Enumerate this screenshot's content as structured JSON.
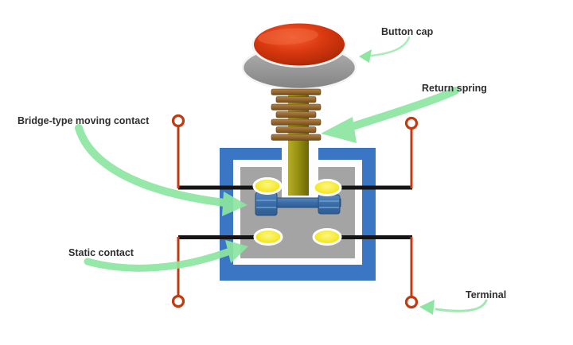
{
  "diagram": {
    "labels": {
      "button_cap": "Button cap",
      "return_spring": "Return spring",
      "bridge_moving_contact": "Bridge-type moving contact",
      "static_contact": "Static contact",
      "terminal": "Terminal"
    },
    "counts": {
      "terminals": 4,
      "static_contacts": 4
    },
    "colors": {
      "button_cap_red": "#d63a10",
      "cap_base_gray": "#9a9a9a",
      "return_spring_brown": "#96682e",
      "plunger_shaft_olive": "#958e10",
      "housing_blue": "#3a76c4",
      "housing_cavity_gray": "#a4a4a4",
      "contact_yellow": "#f2e418",
      "bridge_blue": "#3e72ad",
      "wire_black": "#151515",
      "terminal_red": "#c13a10",
      "arrow_green": "#8ce6a0",
      "label_text": "#2e2e2e",
      "background": "#ffffff"
    }
  }
}
